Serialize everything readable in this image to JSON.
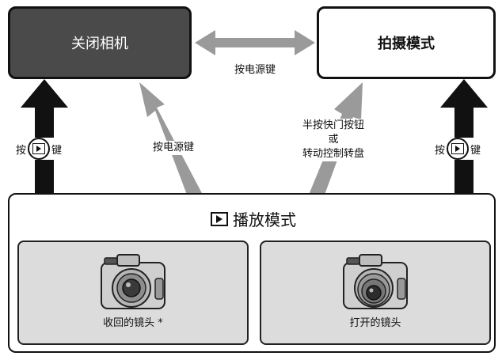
{
  "states": {
    "off": "关闭相机",
    "shooting": "拍摄模式",
    "playback": "播放模式"
  },
  "transitions": {
    "power_top": "按电源键",
    "power_diag": "按电源键",
    "shutter_line1": "半按快门按钮",
    "shutter_line2": "或",
    "shutter_line3": "转动控制转盘",
    "play_left_pre": "按",
    "play_left_post": "键",
    "play_right_pre": "按",
    "play_right_post": "键"
  },
  "cameras": {
    "retracted": "收回的镜头 *",
    "extended": "打开的镜头"
  },
  "colors": {
    "off_box": "#4a4a4a",
    "black_arrow": "#111111",
    "gray_arrow": "#9a9a9a",
    "panel": "#dcdcdc"
  },
  "icons": [
    "playback-icon",
    "camera-icon"
  ]
}
